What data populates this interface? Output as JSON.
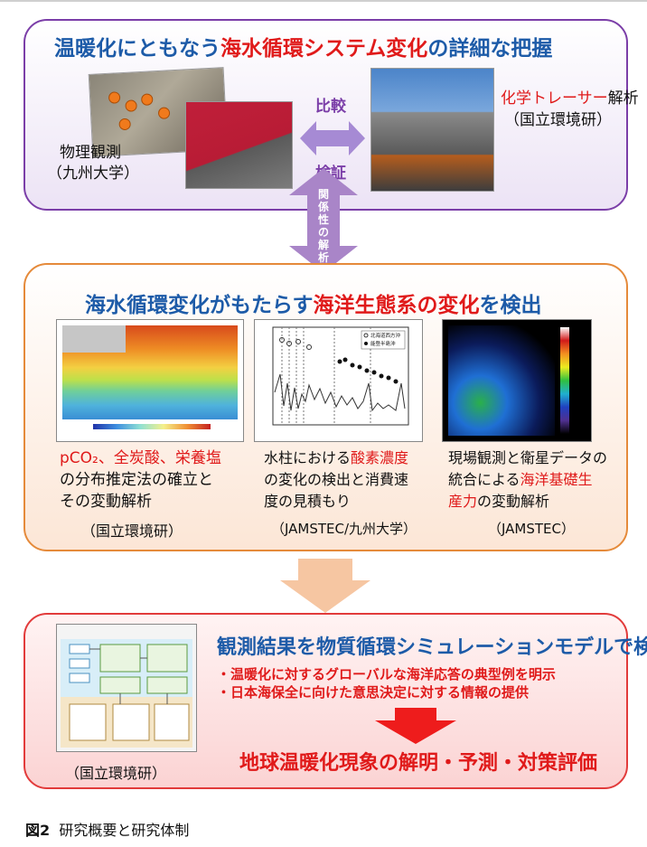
{
  "panel1": {
    "title_a": "温暖化にともなう",
    "title_b": "海水循環システム変化",
    "title_c": "の詳細な把握",
    "physical_label": "物理観測",
    "physical_org": "（九州大学）",
    "chem_label_a": "化学トレーサー",
    "chem_label_b": "解析",
    "chem_org": "（国立環境研）",
    "compare": "比較",
    "verify": "検証"
  },
  "link": {
    "vertical_text": [
      "関",
      "係",
      "性",
      "の",
      "解",
      "析"
    ]
  },
  "panel2": {
    "title_a": "海水循環変化がもたらす",
    "title_b": "海洋生態系の変化",
    "title_c": "を検出",
    "col1_red": "pCO₂、全炭酸、栄養塩",
    "col1_black_1": "の分布推定法の確立と",
    "col1_black_2": "その変動解析",
    "col1_org": "（国立環境研）",
    "col2_a": "水柱における",
    "col2_red": "酸素濃度",
    "col2_b": "の変化の検出と消費速",
    "col2_c": "度の見積もり",
    "col2_org": "（JAMSTEC/九州大学）",
    "col3_a": "現場観測と衛星データの",
    "col3_b": "統合による",
    "col3_red_1": "海洋基礎生",
    "col3_red_2": "産力",
    "col3_c": "の変動解析",
    "col3_org": "（JAMSTEC）",
    "fig2_legend_1": "北海道西方沖",
    "fig2_legend_2": "能登半島沖"
  },
  "panel3": {
    "title": "観測結果を物質循環シミュレーションモデルで検証",
    "bullet1": "・温暖化に対するグローバルな海洋応答の典型例を明示",
    "bullet2": "・日本海保全に向けた意思決定に対する情報の提供",
    "conclusion": "地球温暖化現象の解明・予測・対策評価",
    "org": "（国立環境研）"
  },
  "footer": {
    "fig_no": "図2",
    "caption": "研究概要と研究体制"
  },
  "colors": {
    "purple": "#7b3ea8",
    "orange": "#e58a3a",
    "red": "#e01a1a",
    "blue": "#1d5ba8"
  }
}
